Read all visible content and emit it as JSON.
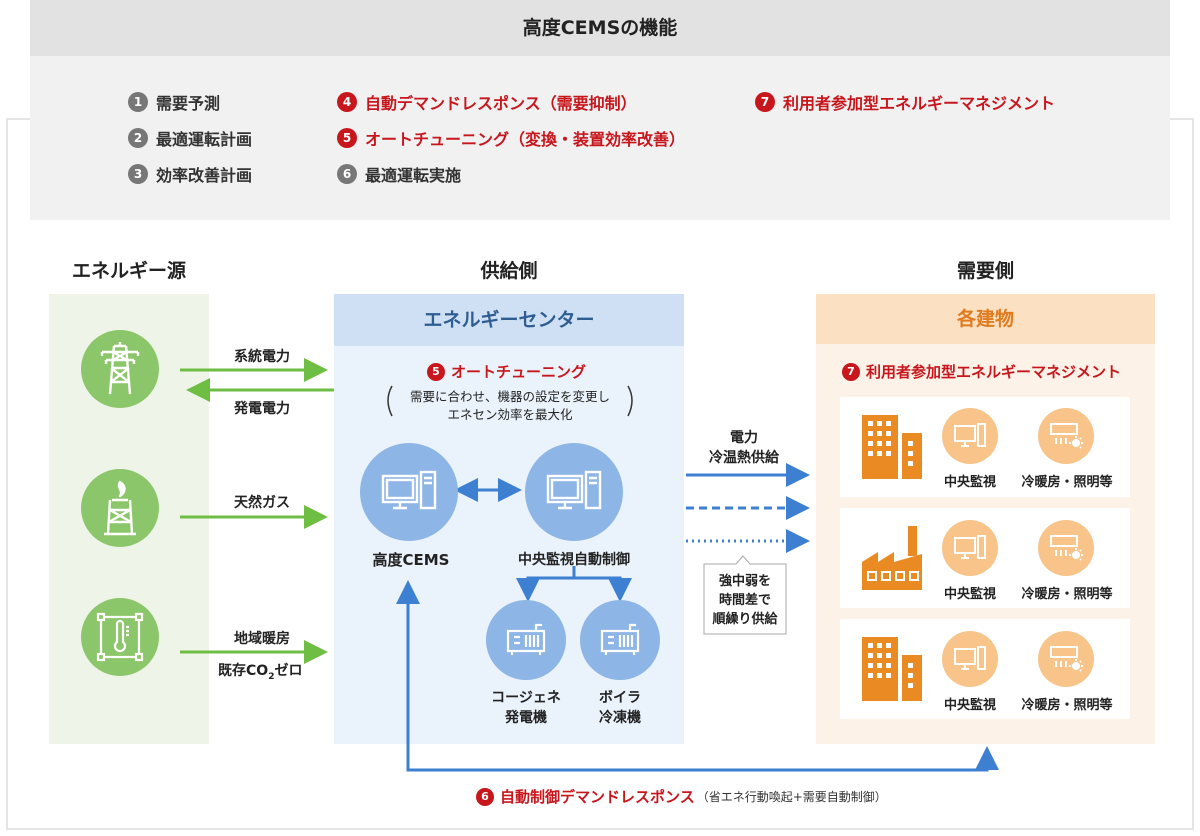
{
  "header": {
    "title": "高度CEMSの機能"
  },
  "features": [
    {
      "num": "1",
      "label": "需要予測",
      "accent": false
    },
    {
      "num": "2",
      "label": "最適運転計画",
      "accent": false
    },
    {
      "num": "3",
      "label": "効率改善計画",
      "accent": false
    },
    {
      "num": "4",
      "label": "自動デマンドレスポンス（需要抑制）",
      "accent": true
    },
    {
      "num": "5",
      "label": "オートチューニング（変換・装置効率改善）",
      "accent": true
    },
    {
      "num": "6",
      "label": "最適運転実施",
      "accent": false
    },
    {
      "num": "7",
      "label": "利用者参加型エネルギーマネジメント",
      "accent": true
    }
  ],
  "columns": {
    "energy_source": "エネルギー源",
    "supply": "供給側",
    "demand": "需要側"
  },
  "supply": {
    "title": "エネルギーセンター",
    "auto_tuning_num": "5",
    "auto_tuning": "オートチューニング",
    "auto_tuning_desc_1": "需要に合わせ、機器の設定を変更し",
    "auto_tuning_desc_2": "エネセン効率を最大化",
    "cems": "高度CEMS",
    "central_control": "中央監視自動制御",
    "cogen_1": "コージェネ",
    "cogen_2": "発電機",
    "boiler_1": "ボイラ",
    "boiler_2": "冷凍機"
  },
  "sources": {
    "grid_in": "系統電力",
    "grid_out": "発電電力",
    "gas": "天然ガス",
    "heat_1": "地域暖房",
    "heat_2_pre": "既存CO",
    "heat_2_sub": "2",
    "heat_2_post": "ゼロ"
  },
  "flows": {
    "power_1": "電力",
    "power_2": "冷温熱供給",
    "note_1": "強中弱を",
    "note_2": "時間差で",
    "note_3": "順繰り供給"
  },
  "demand": {
    "title": "各建物",
    "mgmt_num": "7",
    "mgmt": "利用者参加型エネルギーマネジメント",
    "buildings": [
      {
        "monitor": "中央監視",
        "hvac": "冷暖房・照明等"
      },
      {
        "monitor": "中央監視",
        "hvac": "冷暖房・照明等"
      },
      {
        "monitor": "中央監視",
        "hvac": "冷暖房・照明等"
      }
    ]
  },
  "bottom": {
    "num": "6",
    "label": "自動制御デマンドレスポンス",
    "note": "（省エネ行動喚起+需要自動制御）"
  },
  "colors": {
    "green": "#6fbe44",
    "blue": "#3d7fd1",
    "orange": "#e98a22",
    "red": "#c8161d"
  }
}
